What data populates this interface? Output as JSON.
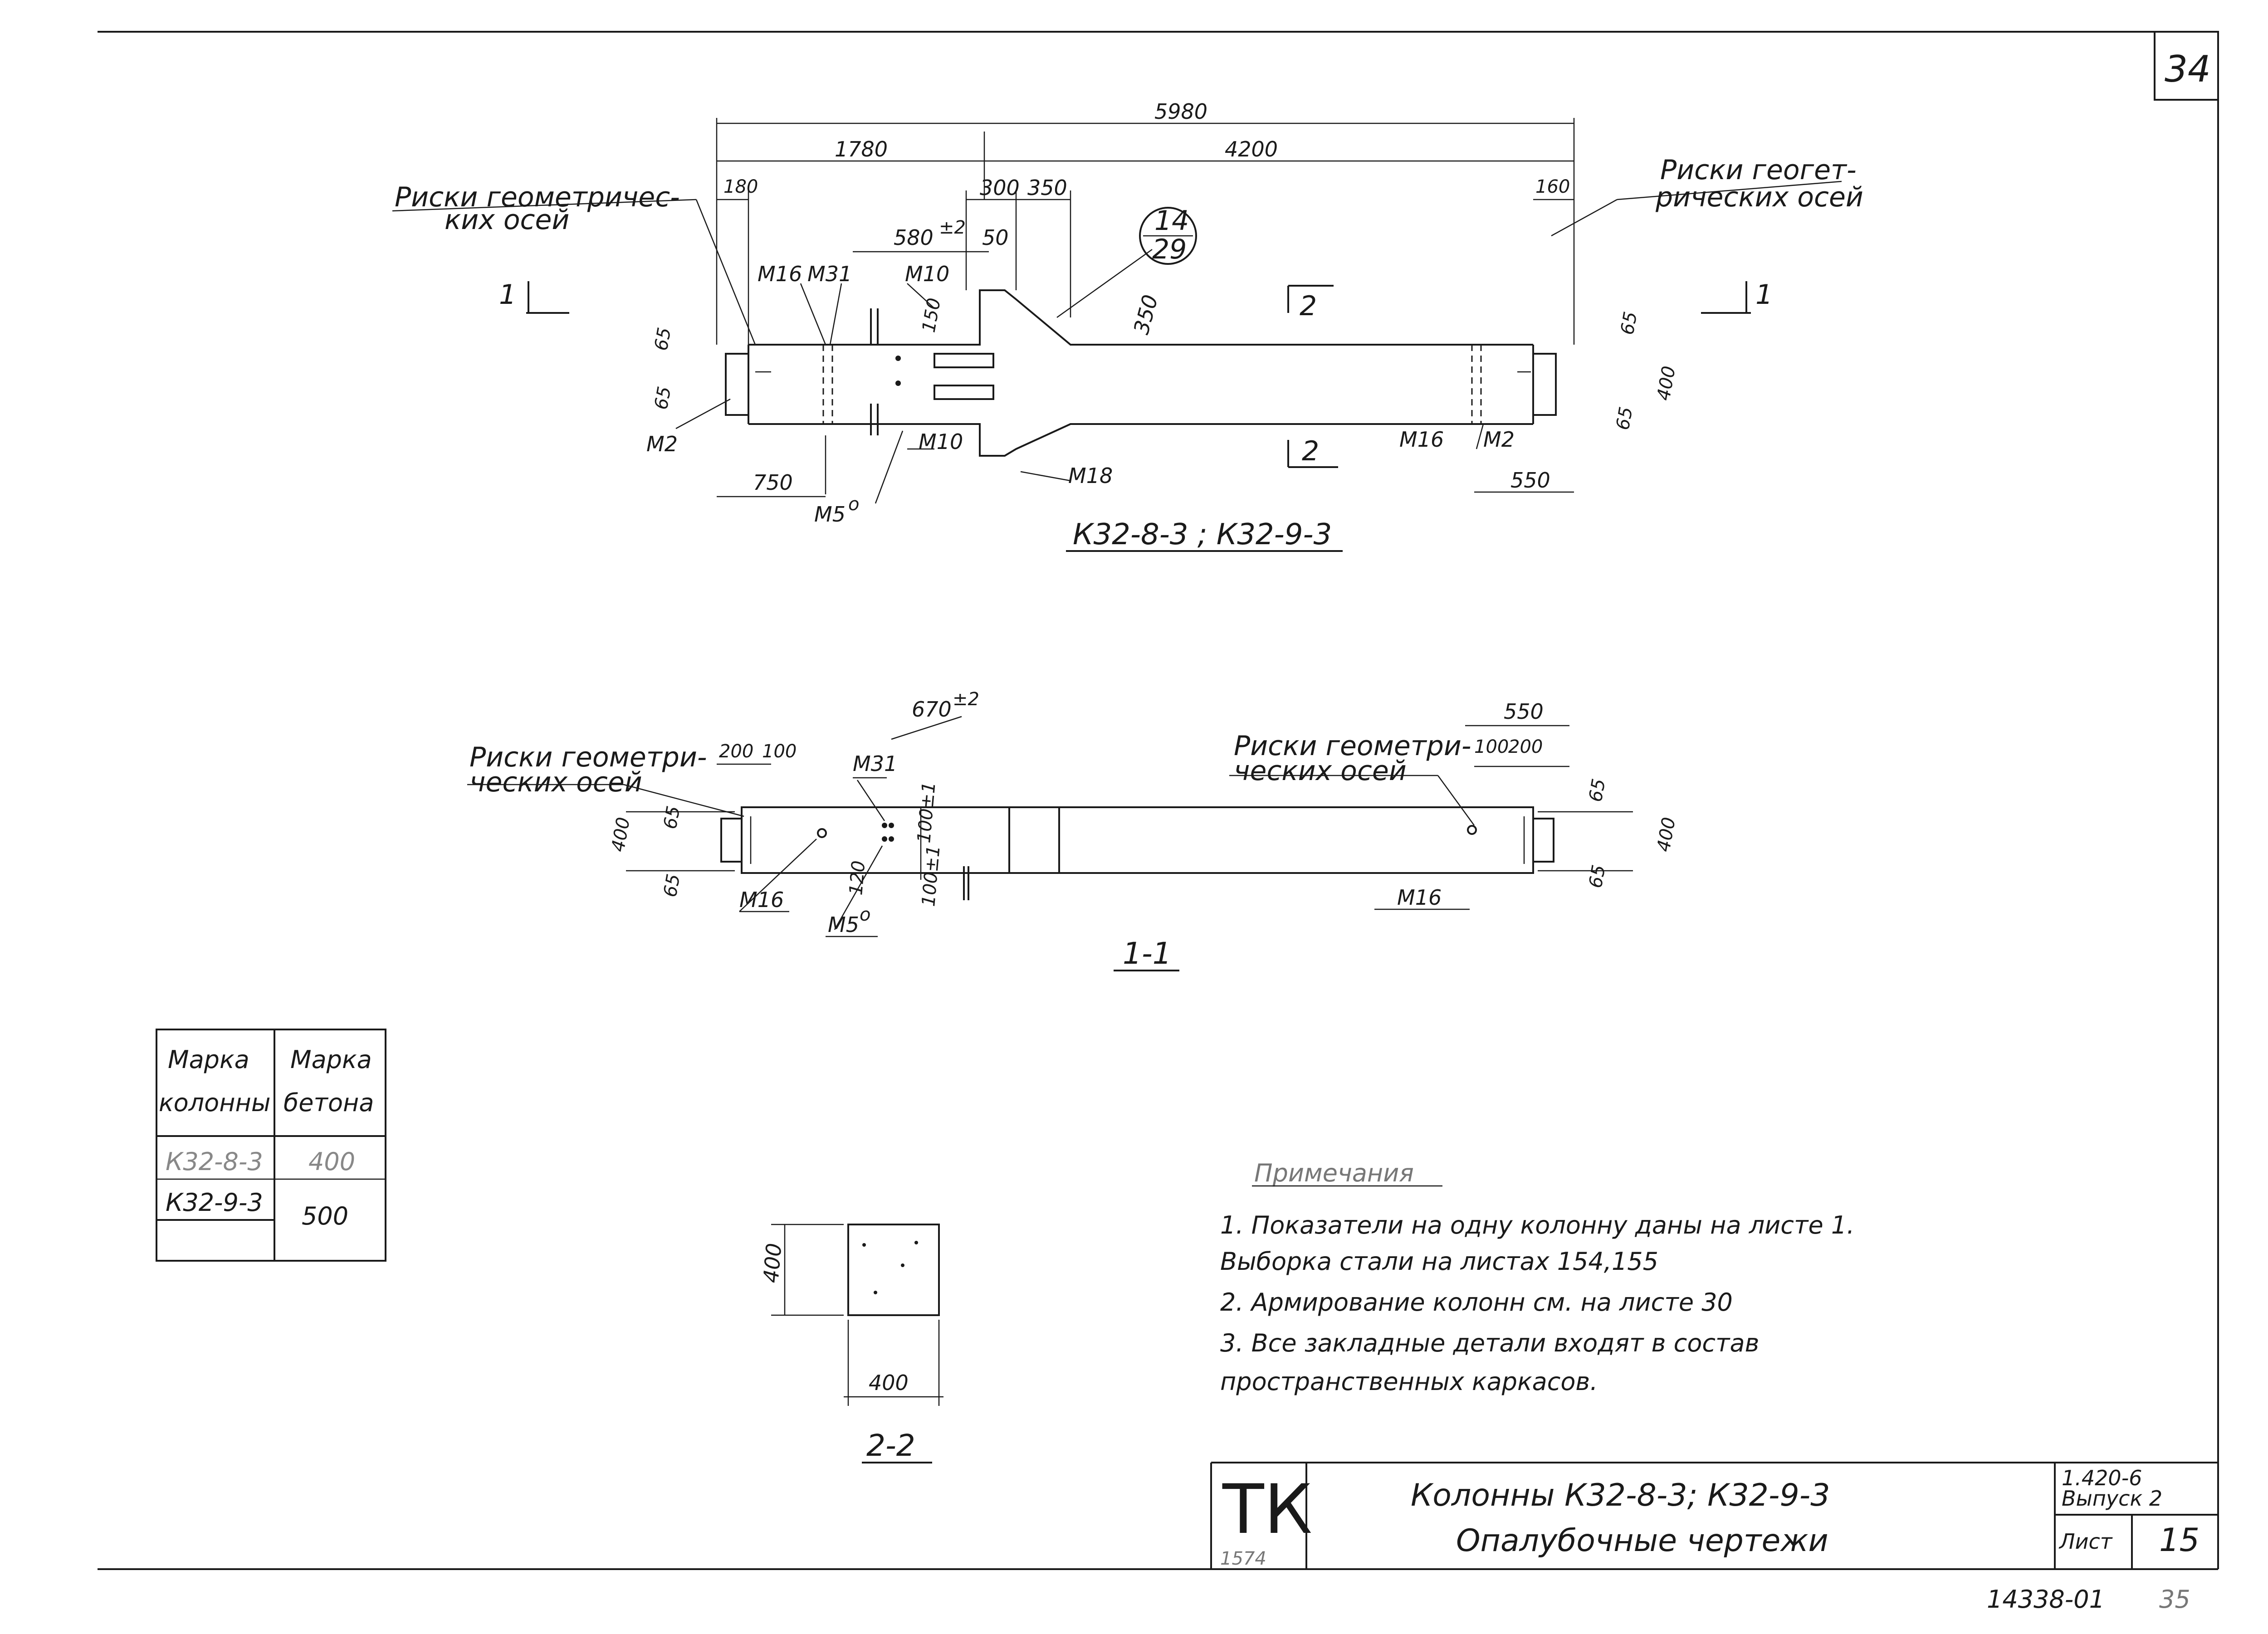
{
  "sheet_corner": "34",
  "title": "К32-8-3 ; К32-9-3",
  "view_elevation": {
    "dims": {
      "total": "5980",
      "left_part": "1780",
      "right_part": "4200",
      "left_end": "180",
      "right_end": "160",
      "d300": "300",
      "d350": "350",
      "d580": "580",
      "d580_tol": "±2",
      "d50": "50",
      "d150": "150",
      "d350v": "350",
      "d65a": "65",
      "d65b": "65",
      "d65c": "65",
      "d65d": "65",
      "d400": "400",
      "d750": "750",
      "d550": "550"
    },
    "axis_note_left": [
      "Риски геометричес-",
      "ких осей"
    ],
    "axis_note_right": [
      "Риски геогет-",
      "рических осей"
    ],
    "callout_top": "14",
    "callout_bottom": "29",
    "marks": {
      "m16a": "М16",
      "m31": "М31",
      "m10a": "М10",
      "m2a": "М2",
      "m10b": "М10",
      "m18": "М18",
      "m5": "М5",
      "m5sup": "о",
      "m16b": "М16",
      "m2b": "М2"
    },
    "section1_left": "1",
    "section1_right": "1",
    "section2_top": "2",
    "section2_bottom": "2"
  },
  "view_section_1_1": {
    "title": "1-1",
    "axis_note_left": [
      "Риски геометри-",
      "ческих осей"
    ],
    "axis_note_right": [
      "Риски геометри-",
      "ческих осей"
    ],
    "dims": {
      "d670": "670",
      "d670_tol": "±2",
      "d200a": "200",
      "d100a": "100",
      "d550": "550",
      "d100b": "100",
      "d200b": "200",
      "d400a": "400",
      "d65a": "65",
      "d65b": "65",
      "d100c": "100±1",
      "d120": "120",
      "d100d": "100±1",
      "d65c": "65",
      "d65d": "65",
      "d400b": "400"
    },
    "marks": {
      "m31": "М31",
      "m16a": "М16",
      "m5": "М5",
      "m5sup": "о",
      "m16b": "М16"
    }
  },
  "view_section_2_2": {
    "title": "2-2",
    "dim_height": "400",
    "dim_width": "400"
  },
  "table": {
    "headers": [
      [
        "Марка",
        "колонны"
      ],
      [
        "Марка",
        "бетона"
      ]
    ],
    "rows": [
      [
        "К32-8-3",
        "400"
      ],
      [
        "К32-9-3",
        "500"
      ]
    ]
  },
  "notes": {
    "heading": "Примечания",
    "items": [
      "1.  Показатели на одну колонну даны на листе  1.",
      "     Выборка стали на листах  154,155",
      "2.  Армирование колонн см. на листе 30",
      "3.  Все закладные детали входят в состав",
      "     пространственных каркасов."
    ]
  },
  "title_block": {
    "logo": "ТК",
    "logo_sub": "1574",
    "name_line1": "Колонны  К32-8-3;  К32-9-3",
    "name_line2": "Опалубочные  чертежи",
    "series": "1.420-6",
    "issue": "Выпуск 2",
    "sheet_label": "Лист",
    "sheet_number": "15"
  },
  "footer_code": "14338-01",
  "footer_page": "35"
}
